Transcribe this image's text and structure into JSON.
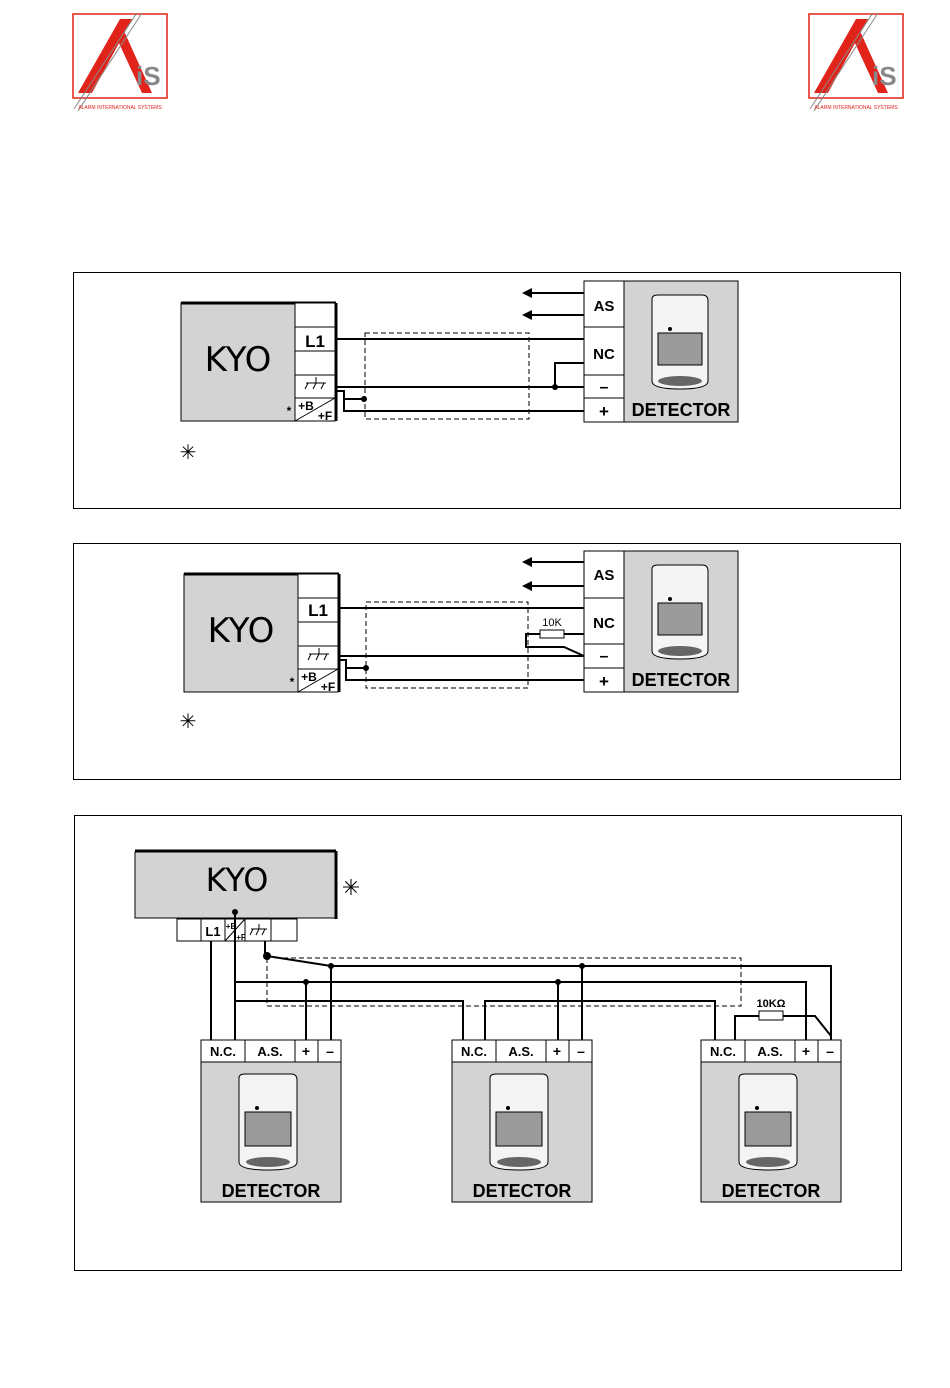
{
  "logo": {
    "letters": "AiS",
    "tagline": "ALARM INTERNATIONAL SYSTEMS",
    "colors": {
      "red": "#e2231a",
      "gray": "#8a8a8a"
    }
  },
  "diagram1": {
    "panel_label": "KYO",
    "terminals": {
      "l1": "L1",
      "b": "+B",
      "f": "+F",
      "asterisk": "*"
    },
    "detector": {
      "as": "AS",
      "nc": "NC",
      "minus": "–",
      "plus": "+",
      "label": "DETECTOR"
    },
    "note_asterisk": "✳"
  },
  "diagram2": {
    "panel_label": "KYO",
    "terminals": {
      "l1": "L1",
      "b": "+B",
      "f": "+F",
      "asterisk": "*"
    },
    "resistor": "10K",
    "detector": {
      "as": "AS",
      "nc": "NC",
      "minus": "–",
      "plus": "+",
      "label": "DETECTOR"
    },
    "note_asterisk": "✳"
  },
  "diagram3": {
    "panel_label": "KYO",
    "asterisk": "✳",
    "terminals": {
      "l1": "L1",
      "b": "+B",
      "f": "+F"
    },
    "resistor": "10KΩ",
    "detectors": [
      {
        "nc": "N.C.",
        "as": "A.S.",
        "plus": "+",
        "minus": "–",
        "label": "DETECTOR"
      },
      {
        "nc": "N.C.",
        "as": "A.S.",
        "plus": "+",
        "minus": "–",
        "label": "DETECTOR"
      },
      {
        "nc": "N.C.",
        "as": "A.S.",
        "plus": "+",
        "minus": "–",
        "label": "DETECTOR"
      }
    ]
  }
}
